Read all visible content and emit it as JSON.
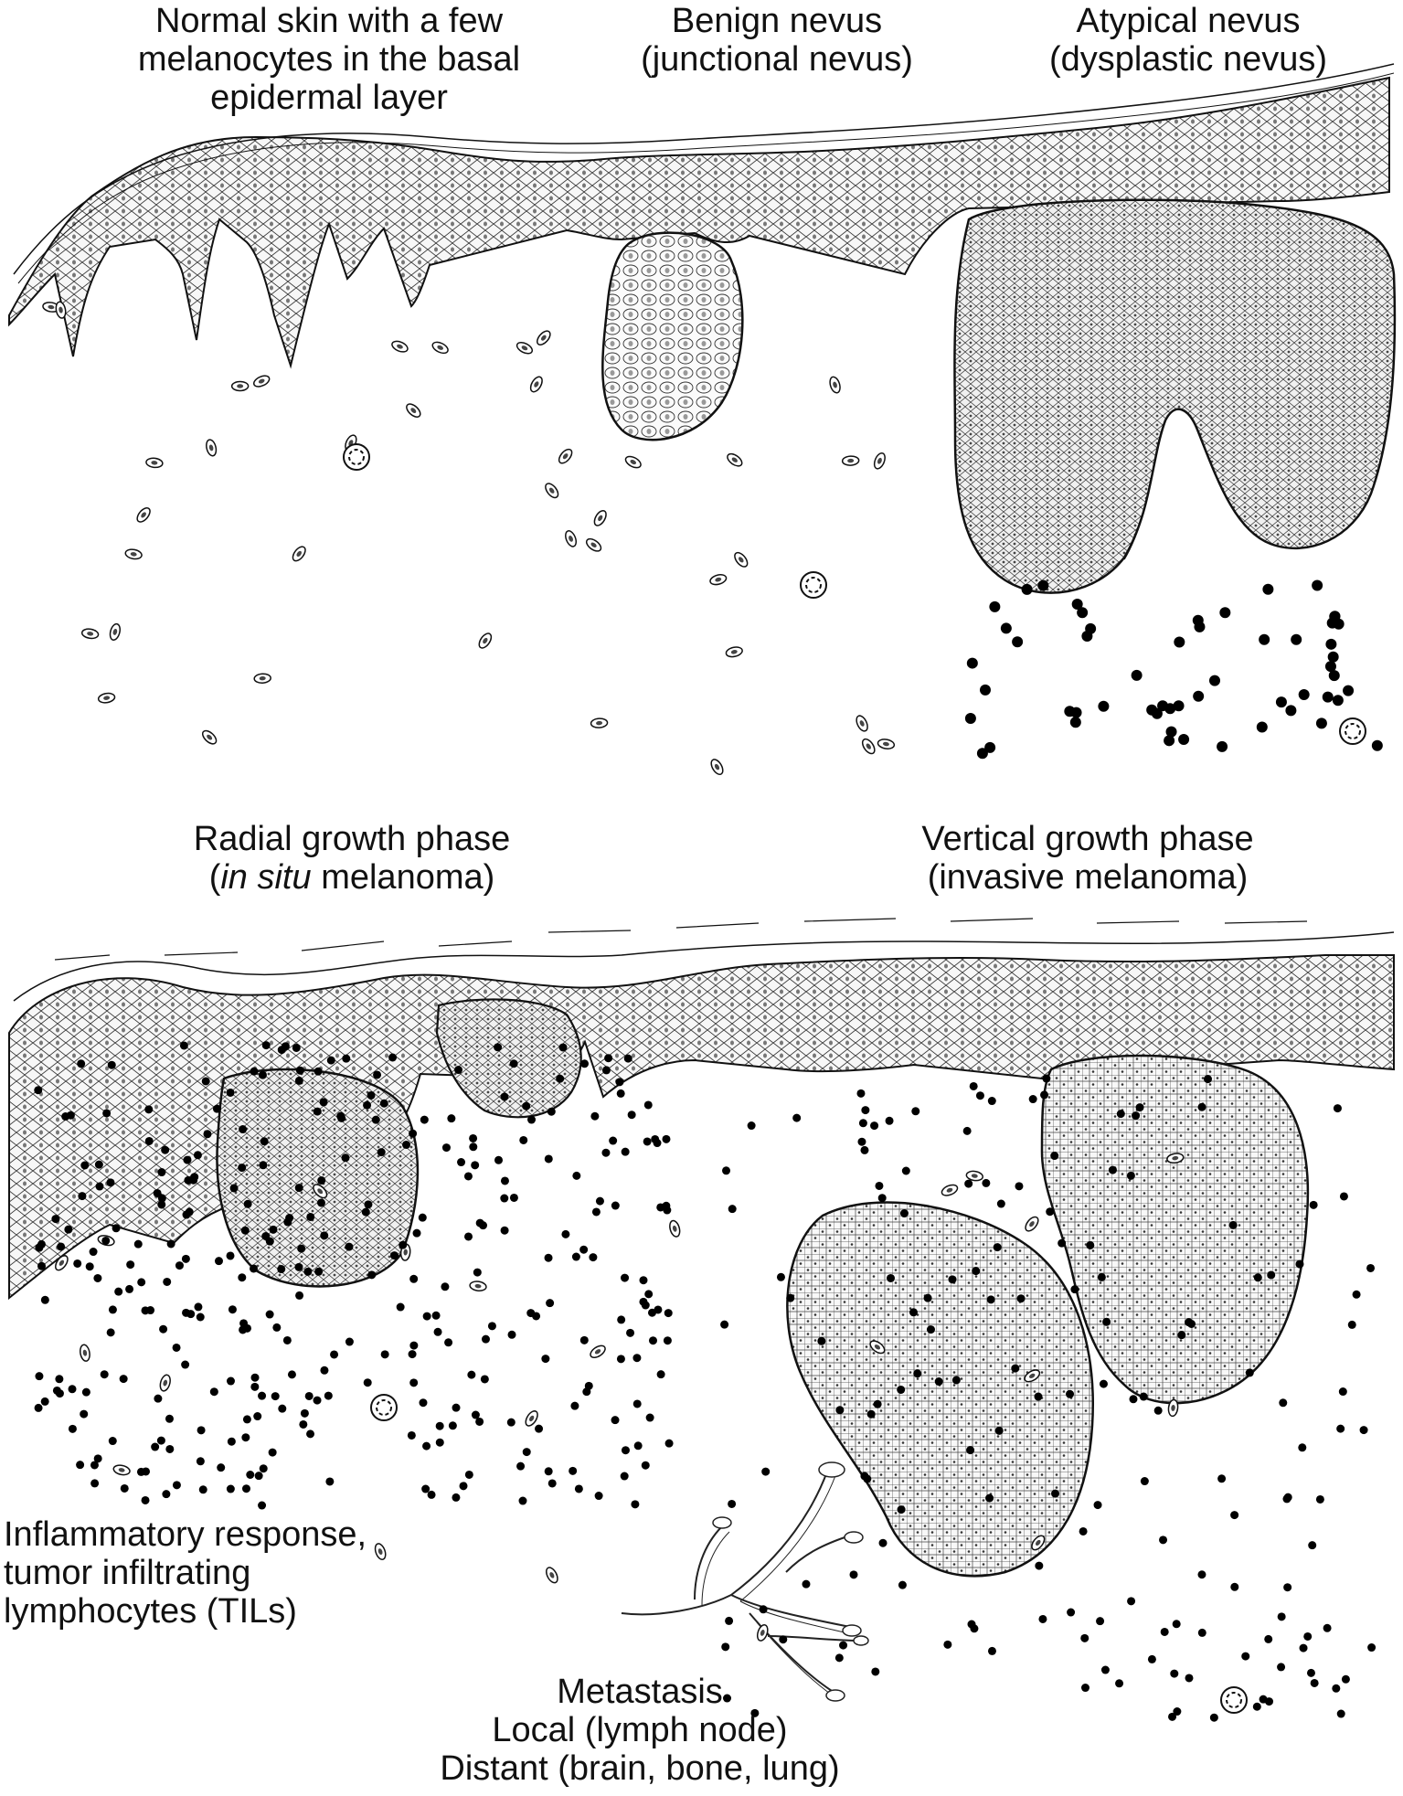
{
  "labels": {
    "normal_skin": {
      "line1": "Normal skin with a few",
      "line2": "melanocytes in the basal",
      "line3": "epidermal layer"
    },
    "benign_nevus": {
      "line1": "Benign nevus",
      "line2": "(junctional nevus)"
    },
    "atypical_nevus": {
      "line1": "Atypical nevus",
      "line2": "(dysplastic nevus)"
    },
    "radial_growth": {
      "line1": "Radial growth phase",
      "line2_open": "(",
      "line2_italic": "in situ",
      "line2_rest": " melanoma)"
    },
    "vertical_growth": {
      "line1": "Vertical growth phase",
      "line2": "(invasive melanoma)"
    },
    "inflammatory": {
      "line1": "Inflammatory response,",
      "line2": "tumor infiltrating",
      "line3": "lymphocytes (TILs)"
    },
    "metastasis": {
      "line1": "Metastasis",
      "line2": "Local (lymph node)",
      "line3": "Distant (brain, bone, lung)"
    }
  },
  "colors": {
    "ink": "#111111",
    "cell_fill": "#f4f4f4",
    "nucleus": "#555555",
    "lymphocyte": "#000000"
  }
}
